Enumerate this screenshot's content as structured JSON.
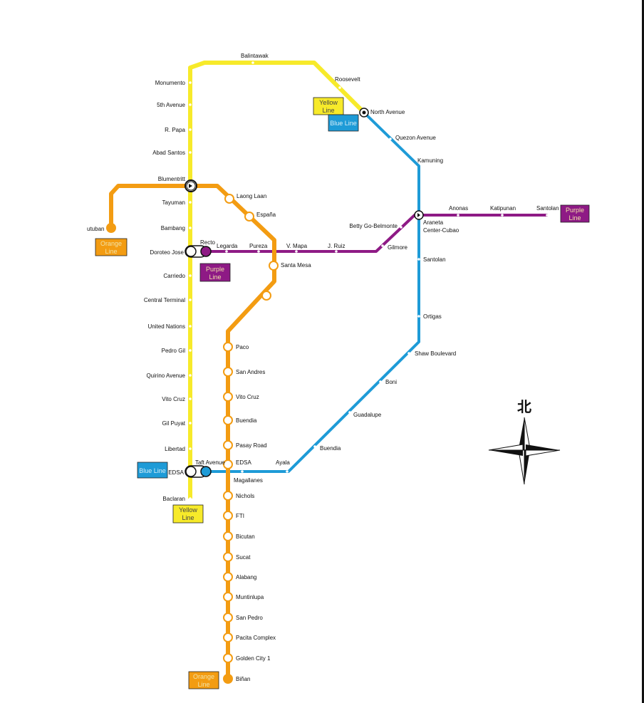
{
  "colors": {
    "yellow": "#f7ea2a",
    "orange": "#f39c12",
    "blue": "#1e9bd7",
    "purple": "#8e1a85",
    "tag_text_light": "#f2e3a8"
  },
  "compass": {
    "north": "北"
  },
  "yellow_stations": [
    "Balintawak",
    "Roosevelt",
    "North Avenue",
    "Monumento",
    "5th Avenue",
    "R. Papa",
    "Abad Santos",
    "Blumentritt",
    "Tayuman",
    "Bambang",
    "Doroteo Jose",
    "Carriedo",
    "Central Terminal",
    "United Nations",
    "Pedro Gil",
    "Quirino Avenue",
    "Vito Cruz",
    "Gil Puyat",
    "Libertad",
    "EDSA",
    "Baclaran"
  ],
  "blue_stations": [
    "Quezon Avenue",
    "Kamuning",
    "Araneta",
    "Center-Cubao",
    "Santolan",
    "Ortigas",
    "Shaw Boulevard",
    "Boni",
    "Guadalupe",
    "Buendia",
    "Ayala",
    "Magallanes",
    "Taft Avenue"
  ],
  "purple_stations": [
    "Recto",
    "Legarda",
    "Pureza",
    "V. Mapa",
    "J. Ruiz",
    "Gilmore",
    "Betty Go-Belmonte",
    "Anonas",
    "Katipunan",
    "Santolan"
  ],
  "orange_stations": [
    "utuban",
    "Laong Laan",
    "España",
    "Santa Mesa",
    "Paco",
    "San Andres",
    "Vito Cruz",
    "Buendia",
    "Pasay Road",
    "EDSA",
    "Nichols",
    "FTI",
    "Bicutan",
    "Sucat",
    "Alabang",
    "Muntinlupa",
    "San Pedro",
    "Pacita Complex",
    "Golden City 1",
    "Biñan"
  ],
  "line_tags": {
    "yellow_top": [
      "Yellow",
      "Line"
    ],
    "blue_top": "Blue Line",
    "purple_mid": [
      "Purple",
      "Line"
    ],
    "orange_left": [
      "Orange",
      "Line"
    ],
    "purple_right": [
      "Purple",
      "Line"
    ],
    "blue_left": "Blue Line",
    "yellow_bottom": [
      "Yellow",
      "Line"
    ],
    "orange_bottom": [
      "Orange",
      "Line"
    ]
  }
}
